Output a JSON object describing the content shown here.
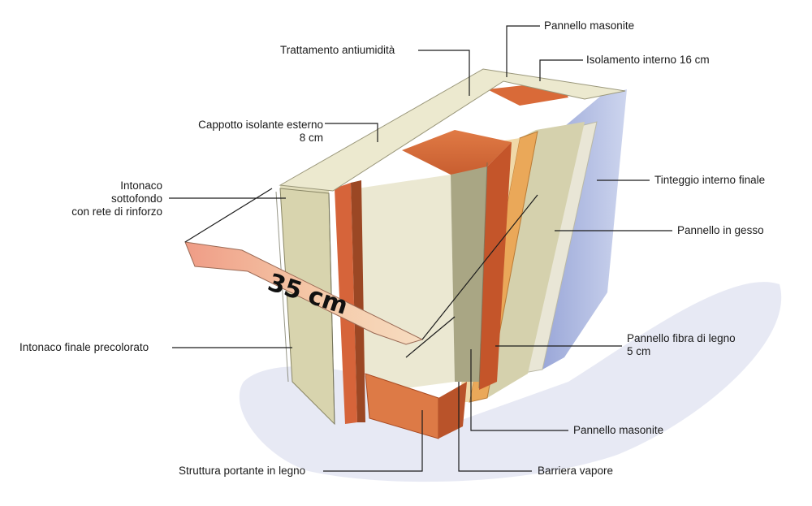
{
  "measurement": "35 cm",
  "labels": {
    "pannello_masonite_top": "Pannello masonite",
    "trattamento": "Trattamento antiumidità",
    "isolamento_interno": "Isolamento interno 16 cm",
    "cappotto_line1": "Cappotto isolante esterno",
    "cappotto_line2": "8 cm",
    "intonaco_line1": "Intonaco",
    "intonaco_line2": "sottofondo",
    "intonaco_line3": "con rete di rinforzo",
    "tinteggio": "Tinteggio interno finale",
    "pannello_gesso": "Pannello in gesso",
    "intonaco_finale": "Intonaco finale precolorato",
    "fibra_line1": "Pannello fibra di legno",
    "fibra_line2": "5 cm",
    "pannello_masonite_bottom": "Pannello masonite",
    "struttura": "Struttura portante in legno",
    "barriera": "Barriera vapore"
  },
  "colors": {
    "insulation": "#dcd7b0",
    "insulation_shadow": "#9c9a78",
    "wood": "#d9703e",
    "wood_dark": "#b4512a",
    "gypsum_blue": "#b9c4e6",
    "fiberboard": "#e8a455",
    "arrow_fill": "#f2c0a2",
    "ground_shadow": "#dfe3f2"
  }
}
